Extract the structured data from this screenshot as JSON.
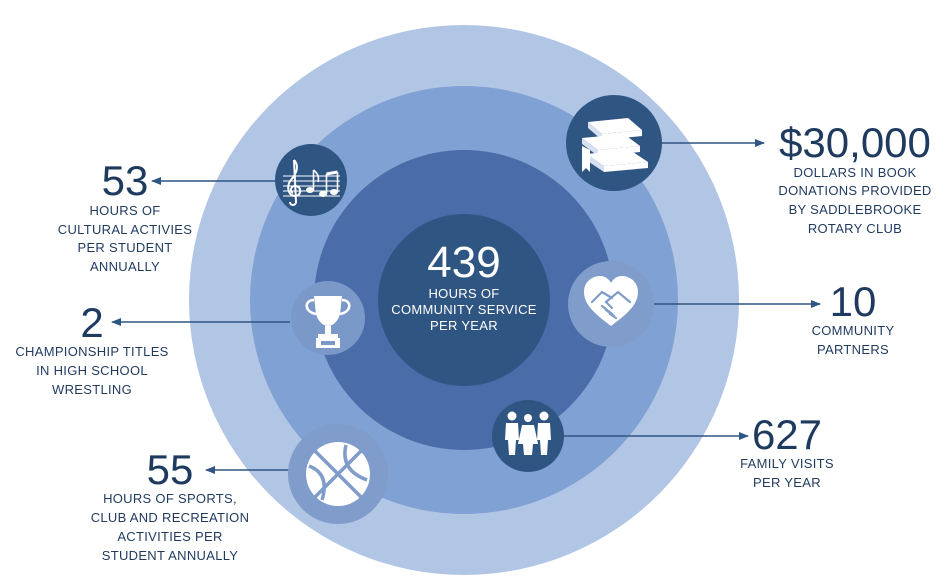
{
  "colors": {
    "ring_outer": "#b0c4e4",
    "ring_mid": "#7fa0d2",
    "ring_inner": "#4a6ba6",
    "core": "#2f5582",
    "arrow": "#2f5582",
    "text": "#1f3a5f"
  },
  "center": {
    "value": "439",
    "line1": "HOURS OF",
    "line2": "COMMUNITY SERVICE",
    "line3": "PER YEAR"
  },
  "stats": {
    "cultural": {
      "icon": "music-notes-icon",
      "value": "53",
      "line1": "HOURS OF",
      "line2": "CULTURAL ACTIVIES",
      "line3": "PER STUDENT",
      "line4": "ANNUALLY"
    },
    "wrestling": {
      "icon": "trophy-icon",
      "value": "2",
      "line1": "CHAMPIONSHIP TITLES",
      "line2": "IN HIGH SCHOOL",
      "line3": "WRESTLING"
    },
    "sports": {
      "icon": "basketball-icon",
      "value": "55",
      "line1": "HOURS OF SPORTS,",
      "line2": "CLUB AND RECREATION",
      "line3": "ACTIVITIES PER",
      "line4": "STUDENT ANNUALLY"
    },
    "books": {
      "icon": "books-icon",
      "value": "$30,000",
      "line1": "DOLLARS IN BOOK",
      "line2": "DONATIONS PROVIDED",
      "line3": "BY SADDLEBROOKE",
      "line4": "ROTARY CLUB"
    },
    "partners": {
      "icon": "handshake-heart-icon",
      "value": "10",
      "line1": "COMMUNITY",
      "line2": "PARTNERS"
    },
    "family": {
      "icon": "family-icon",
      "value": "627",
      "line1": "FAMILY VISITS",
      "line2": "PER YEAR"
    }
  }
}
